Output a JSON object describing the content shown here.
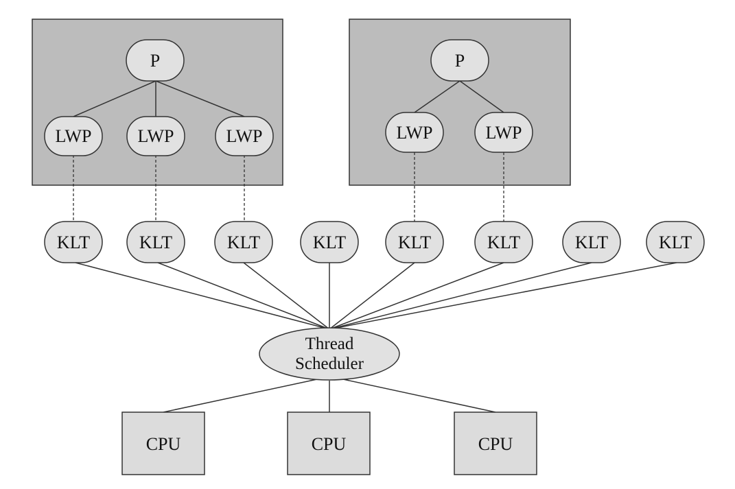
{
  "labels": {
    "process": "P",
    "lwp": "LWP",
    "klt": "KLT",
    "cpu": "CPU",
    "scheduler_line1": "Thread",
    "scheduler_line2": "Scheduler"
  }
}
